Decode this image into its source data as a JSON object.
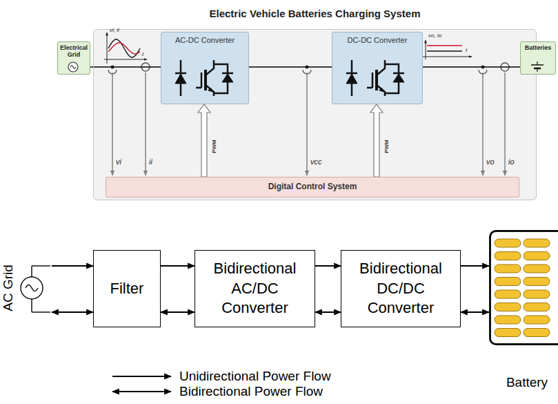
{
  "diagram": {
    "nodes": [
      {
        "text": [
          "Electric Vehicle Batteries Charging System"
        ]
      },
      {
        "text": [
          "Electrical Grid"
        ]
      },
      {
        "text": [
          "AC-DC Converter"
        ],
        "in": 0
      },
      {
        "text": [
          "DC-DC Converter"
        ],
        "in": 0
      },
      {
        "text": [
          "Batteries"
        ]
      },
      {
        "text": [
          "Digital Control System"
        ],
        "in": 0
      },
      {
        "text": [
          "AC Grid"
        ]
      },
      {
        "text": [
          "Filter"
        ]
      },
      {
        "text": [
          "Bidirectional AC/DC Converter"
        ]
      },
      {
        "text": [
          "Bidirectional DC/DC Converter"
        ]
      },
      {
        "text": [
          "Battery"
        ]
      }
    ],
    "edges": [
      {
        "from": 1,
        "to": 2,
        "arrow": "none"
      },
      {
        "from": 2,
        "to": 3,
        "arrow": "none"
      },
      {
        "from": 3,
        "to": 4,
        "arrow": "none"
      },
      {
        "from": 5,
        "to": 2,
        "arrow": "to",
        "label": "PWM"
      },
      {
        "from": 5,
        "to": 3,
        "arrow": "to",
        "label": "PWM"
      },
      {
        "from": 6,
        "to": 7,
        "arrow": "to"
      },
      {
        "from": 6,
        "to": 7,
        "arrow": "both"
      },
      {
        "from": 7,
        "to": 8,
        "arrow": "to"
      },
      {
        "from": 7,
        "to": 8,
        "arrow": "both"
      },
      {
        "from": 8,
        "to": 9,
        "arrow": "to"
      },
      {
        "from": 8,
        "to": 9,
        "arrow": "both"
      },
      {
        "from": 9,
        "to": 10,
        "arrow": "to"
      },
      {
        "from": 9,
        "to": 10,
        "arrow": "both"
      }
    ],
    "labels": [
      "vi, ii",
      "t",
      "vo, io",
      "t",
      "vi",
      "ii",
      "vcc",
      "vo",
      "io"
    ],
    "legend": [
      {
        "text": "Unidirectional Power Flow"
      },
      {
        "text": "Bidirectional Power Flow"
      }
    ]
  }
}
